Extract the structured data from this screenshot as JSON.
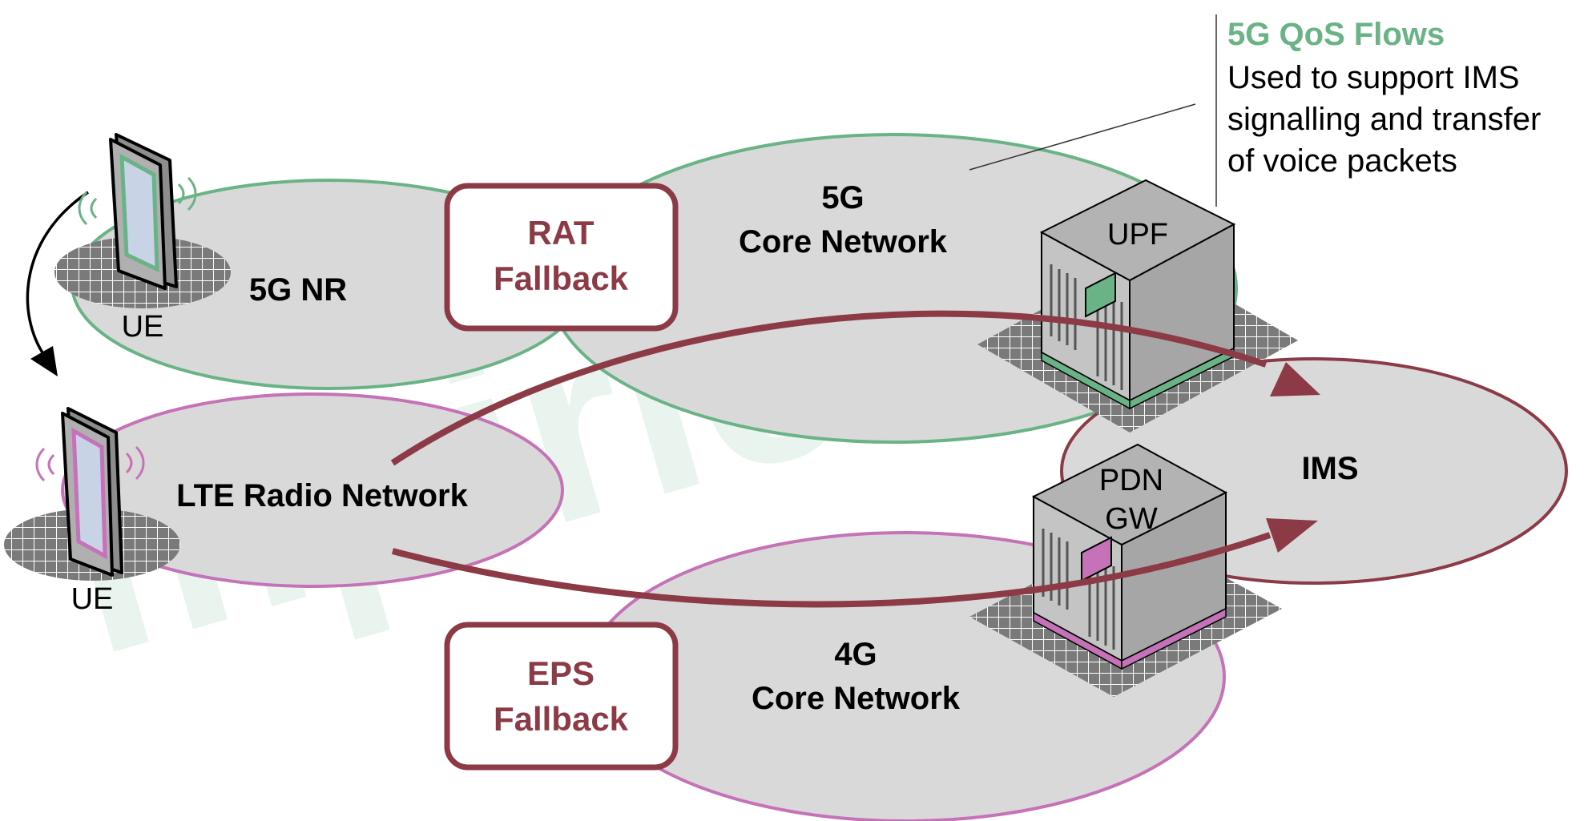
{
  "colors": {
    "nr_green": "#69b386",
    "lte_purple": "#c572b8",
    "ims_red": "#8b3a46",
    "ellipse_fill": "#d9d9d9",
    "qos_title": "#69b386"
  },
  "watermark": "mpirical",
  "labels": {
    "ue_top": "UE",
    "ue_bottom": "UE",
    "nr": "5G NR",
    "lte": "LTE Radio Network",
    "core5g_line1": "5G",
    "core5g_line2": "Core Network",
    "core4g_line1": "4G",
    "core4g_line2": "Core Network",
    "ims": "IMS",
    "upf": "UPF",
    "pdn_line1": "PDN",
    "pdn_line2": "GW"
  },
  "rat_fallback": {
    "line1": "RAT",
    "line2": "Fallback"
  },
  "eps_fallback": {
    "line1": "EPS",
    "line2": "Fallback"
  },
  "qos_note": {
    "title": "5G QoS Flows",
    "lines": [
      "Used to support IMS",
      "signalling and transfer",
      "of voice packets"
    ]
  }
}
